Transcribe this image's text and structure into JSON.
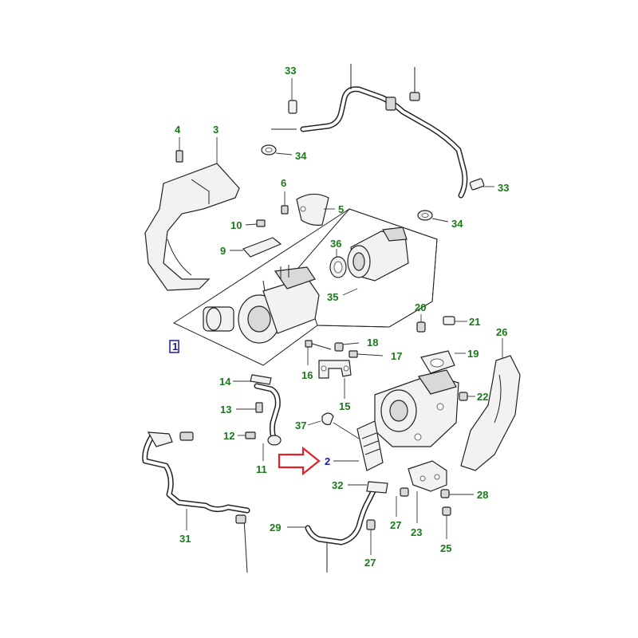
{
  "callouts": [
    {
      "id": "c1",
      "text": "1"
    },
    {
      "id": "c2",
      "text": "2"
    },
    {
      "id": "c3",
      "text": "3"
    },
    {
      "id": "c4",
      "text": "4"
    },
    {
      "id": "c5",
      "text": "5"
    },
    {
      "id": "c6",
      "text": "6"
    },
    {
      "id": "c9",
      "text": "9"
    },
    {
      "id": "c10",
      "text": "10"
    },
    {
      "id": "c11",
      "text": "11"
    },
    {
      "id": "c12",
      "text": "12"
    },
    {
      "id": "c13",
      "text": "13"
    },
    {
      "id": "c14",
      "text": "14"
    },
    {
      "id": "c15",
      "text": "15"
    },
    {
      "id": "c16",
      "text": "16"
    },
    {
      "id": "c17",
      "text": "17"
    },
    {
      "id": "c18",
      "text": "18"
    },
    {
      "id": "c19",
      "text": "19"
    },
    {
      "id": "c20",
      "text": "20"
    },
    {
      "id": "c21",
      "text": "21"
    },
    {
      "id": "c22",
      "text": "22"
    },
    {
      "id": "c23",
      "text": "23"
    },
    {
      "id": "c25",
      "text": "25"
    },
    {
      "id": "c26",
      "text": "26"
    },
    {
      "id": "c27a",
      "text": "27"
    },
    {
      "id": "c27b",
      "text": "27"
    },
    {
      "id": "c28",
      "text": "28"
    },
    {
      "id": "c29",
      "text": "29"
    },
    {
      "id": "c31",
      "text": "31"
    },
    {
      "id": "c32",
      "text": "32"
    },
    {
      "id": "c33a",
      "text": "33"
    },
    {
      "id": "c33b",
      "text": "33"
    },
    {
      "id": "c34a",
      "text": "34"
    },
    {
      "id": "c34b",
      "text": "34"
    },
    {
      "id": "c35",
      "text": "35"
    },
    {
      "id": "c36",
      "text": "36"
    },
    {
      "id": "c37",
      "text": "37"
    }
  ],
  "colors": {
    "callout": "#1a7a1a",
    "callout_highlight": "#1a1aa6",
    "arrow": "#e0202a"
  },
  "highlight": {
    "arrow_icon": "right-arrow-icon",
    "target_callout": "2"
  }
}
